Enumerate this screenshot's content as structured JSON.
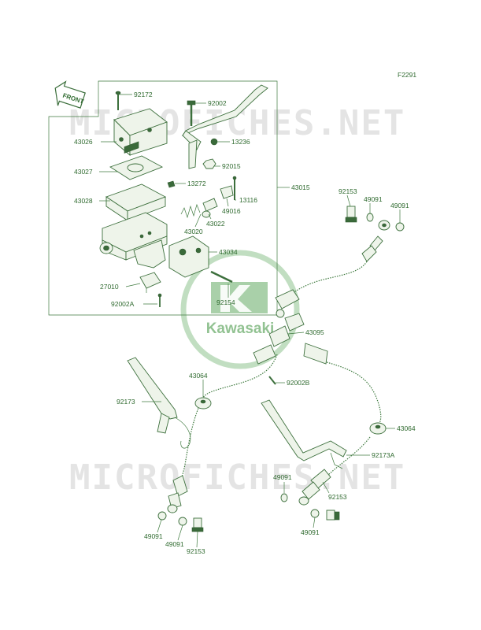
{
  "diagram_id": "F2291",
  "watermark_text": "MICROFICHES.NET",
  "logo_text": "Kawasaki",
  "front_label": "FRONT",
  "labels": {
    "p92172": "92172",
    "p92002": "92002",
    "p43026": "43026",
    "p13236": "13236",
    "p43027": "43027",
    "p92015": "92015",
    "p43028": "43028",
    "p13272": "13272",
    "p43015": "43015",
    "p13116": "13116",
    "p92153_top": "92153",
    "p49091_top1": "49091",
    "p49091_top2": "49091",
    "p49016": "49016",
    "p43022": "43022",
    "p43020": "43020",
    "p43034": "43034",
    "p27010": "27010",
    "p92154": "92154",
    "p92002A": "92002A",
    "p43095": "43095",
    "p43064_left": "43064",
    "p92002B": "92002B",
    "p92173": "92173",
    "p43064_right": "43064",
    "p92173A": "92173A",
    "p49091_mid_r": "49091",
    "p92153_mid_r": "92153",
    "p49091_bl1": "49091",
    "p49091_bl2": "49091",
    "p92153_bl": "92153",
    "p49091_br": "49091"
  },
  "colors": {
    "line": "#3f7a3f",
    "text": "#2f6a2f",
    "watermark": "#e4e4e4",
    "logo": "#7fb87f"
  }
}
